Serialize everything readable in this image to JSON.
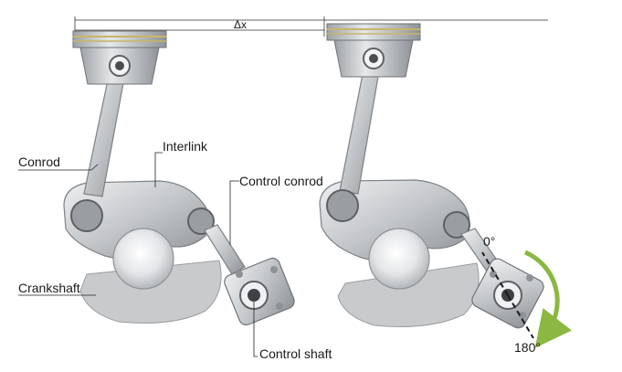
{
  "labels": {
    "delta_x": "Δx",
    "conrod": "Conrod",
    "interlink": "Interlink",
    "control_conrod": "Control conrod",
    "crankshaft": "Crankshaft",
    "control_shaft": "Control shaft",
    "angle_start": "0°",
    "angle_end": "180°"
  },
  "colors": {
    "metal_light": "#d9dbdd",
    "metal_mid": "#b4b7ba",
    "metal_dark": "#6f7377",
    "crank_web": "#c8cacc",
    "arc_green": "#8ab843",
    "piston_ring": "#c9b46a",
    "leader_line": "#222222"
  }
}
